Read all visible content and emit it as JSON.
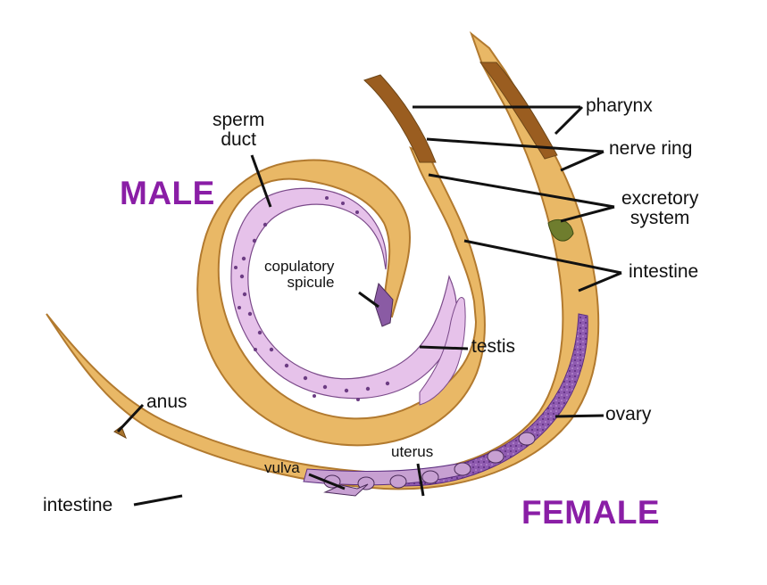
{
  "titles": {
    "male": "MALE",
    "female": "FEMALE"
  },
  "labels": {
    "sperm_duct": "sperm\nduct",
    "copulatory_spicule": "copulatory\nspicule",
    "testis": "testis",
    "pharynx": "pharynx",
    "nerve_ring": "nerve ring",
    "excretory_system": "excretory\nsystem",
    "intestine_right": "intestine",
    "ovary": "ovary",
    "uterus": "uterus",
    "vulva": "vulva",
    "anus": "anus",
    "intestine_left": "intestine"
  },
  "colors": {
    "body_fill": "#e9b866",
    "body_outline": "#b27a2f",
    "male_gonad_fill": "#e6c2ea",
    "egg_fill": "#c7a0d2",
    "ovary_fill": "#8f5bb0",
    "title_color": "#8a1ea6",
    "line_color": "#111111"
  }
}
